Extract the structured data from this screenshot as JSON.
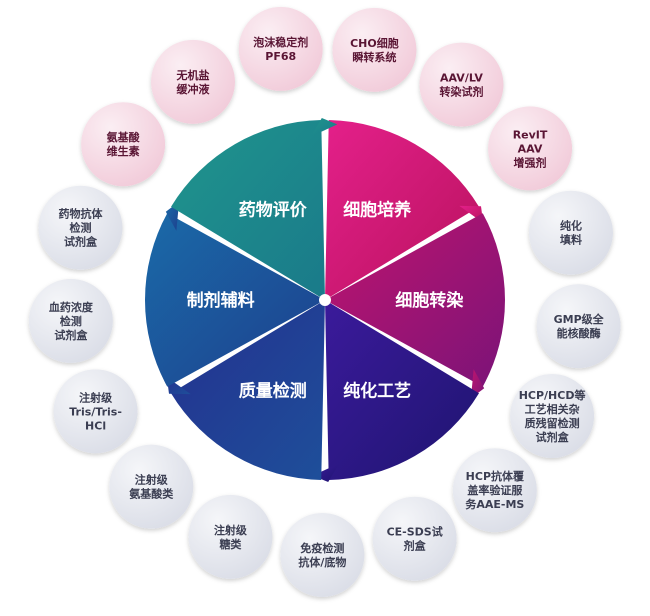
{
  "colors": {
    "pink": "#d4196e",
    "magenta": "#b1146c",
    "indigo": "#2b1a8e",
    "navy": "#1f3b8f",
    "blue": "#1d5fa3",
    "teal": "#1f8c8a",
    "bubble_pink_text": "#5a1534",
    "bubble_gray_text": "#3b3e52"
  },
  "segments": [
    {
      "id": "cell-culture",
      "label": "细胞培养",
      "icon": "cell-culture-segment",
      "color": "pink"
    },
    {
      "id": "cell-transfection",
      "label": "细胞转染",
      "icon": "cell-transfection-segment",
      "color": "magenta"
    },
    {
      "id": "purification",
      "label": "纯化工艺",
      "icon": "purification-segment",
      "color": "indigo"
    },
    {
      "id": "quality-testing",
      "label": "质量检测",
      "icon": "quality-testing-segment",
      "color": "navy"
    },
    {
      "id": "formulation-excipients",
      "label": "制剂辅料",
      "icon": "formulation-segment",
      "color": "blue"
    },
    {
      "id": "drug-evaluation",
      "label": "药物评价",
      "icon": "drug-evaluation-segment",
      "color": "teal"
    }
  ],
  "bubbles": [
    {
      "lines": [
        "泡沫稳定剂",
        "PF68"
      ],
      "tone": "pink"
    },
    {
      "lines": [
        "CHO细胞",
        "瞬转系统"
      ],
      "tone": "pink"
    },
    {
      "lines": [
        "AAV/LV",
        "转染试剂"
      ],
      "tone": "pink"
    },
    {
      "lines": [
        "RevIT",
        "AAV",
        "增强剂"
      ],
      "tone": "pink"
    },
    {
      "lines": [
        "纯化",
        "填料"
      ],
      "tone": "gray"
    },
    {
      "lines": [
        "GMP级全",
        "能核酸酶"
      ],
      "tone": "gray"
    },
    {
      "lines": [
        "HCP/HCD等",
        "工艺相关杂",
        "质残留检测",
        "试剂盒"
      ],
      "tone": "gray"
    },
    {
      "lines": [
        "HCP抗体覆",
        "盖率验证服",
        "务AAE-MS"
      ],
      "tone": "gray"
    },
    {
      "lines": [
        "CE-SDS试",
        "剂盒"
      ],
      "tone": "gray"
    },
    {
      "lines": [
        "免疫检测",
        "抗体/底物"
      ],
      "tone": "gray"
    },
    {
      "lines": [
        "注射级",
        "糖类"
      ],
      "tone": "gray"
    },
    {
      "lines": [
        "注射级",
        "氨基酸类"
      ],
      "tone": "gray"
    },
    {
      "lines": [
        "注射级",
        "Tris/Tris-",
        "HCl"
      ],
      "tone": "gray"
    },
    {
      "lines": [
        "血药浓度",
        "检测",
        "试剂盒"
      ],
      "tone": "gray"
    },
    {
      "lines": [
        "药物抗体",
        "检测",
        "试剂盒"
      ],
      "tone": "gray"
    },
    {
      "lines": [
        "氨基酸",
        "维生素"
      ],
      "tone": "pink"
    },
    {
      "lines": [
        "无机盐",
        "缓冲液"
      ],
      "tone": "pink"
    }
  ]
}
